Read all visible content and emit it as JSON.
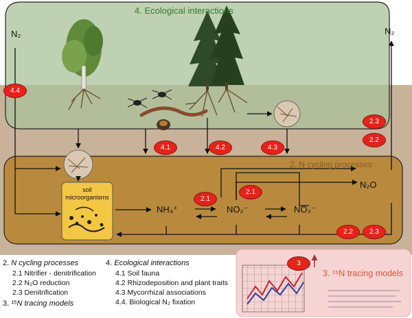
{
  "boxes": {
    "ecological_title": "4. Ecological interactions",
    "n_cycling_title": "2. N cycling processes",
    "tracing_title": "3. ¹⁵N tracing models"
  },
  "nodes": {
    "n2_left": "N₂",
    "n2_right": "N₂",
    "soil_microorganisms": "soil\nmicroorganisms",
    "nh4": "NH₄⁺",
    "no2": "NO₂⁻",
    "no3": "NO₃⁻",
    "n2o": "N₂O"
  },
  "badges": [
    {
      "id": "b44",
      "label": "4.4"
    },
    {
      "id": "b41",
      "label": "4.1"
    },
    {
      "id": "b42",
      "label": "4.2"
    },
    {
      "id": "b43",
      "label": "4.3"
    },
    {
      "id": "b23a",
      "label": "2.3"
    },
    {
      "id": "b22a",
      "label": "2.2"
    },
    {
      "id": "b21a",
      "label": "2.1"
    },
    {
      "id": "b21b",
      "label": "2.1"
    },
    {
      "id": "b22b",
      "label": "2.2"
    },
    {
      "id": "b23b",
      "label": "2.3"
    },
    {
      "id": "b3",
      "label": "3"
    }
  ],
  "legend": {
    "col1": {
      "n_cycling": {
        "num": "2.",
        "title": "N cycling processes"
      },
      "items": [
        "2.1 Nitrifier - denitrification",
        "2.2 N₂O reduction",
        "2.3 Denitrification"
      ],
      "tracing": {
        "num": "3.",
        "title": "¹⁵N tracing models"
      }
    },
    "col2": {
      "ecological": {
        "num": "4.",
        "title": "Ecological interactions"
      },
      "items": [
        "4.1 Soil fauna",
        "4.2 Rhizodeposition and plant traits",
        "4.3 Mycorrhizal associations",
        "4.4. Biological N₂ fixation"
      ]
    }
  },
  "colors": {
    "ecological_fill": "#a9c29a",
    "soil_fill": "#c8b299",
    "n_cycling_fill": "#b98a3e",
    "microbe_box": "#f3c744",
    "badge_red": "#e5231b",
    "tracing_fill": "#f7d4d4"
  }
}
